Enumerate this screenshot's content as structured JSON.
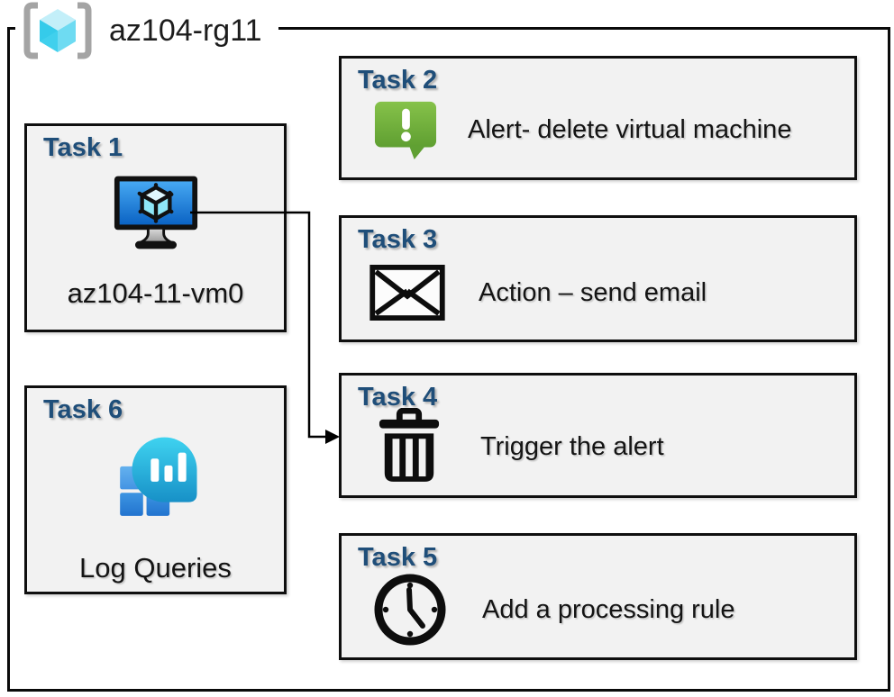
{
  "group": {
    "label": "az104-rg11",
    "icon": "resource-group-icon"
  },
  "tasks": [
    {
      "title": "Task 1",
      "label": "az104-11-vm0",
      "icon": "virtual-machine-icon"
    },
    {
      "title": "Task 2",
      "label": "Alert- delete virtual machine",
      "icon": "alert-icon"
    },
    {
      "title": "Task 3",
      "label": "Action – send email",
      "icon": "email-icon"
    },
    {
      "title": "Task 4",
      "label": "Trigger the alert",
      "icon": "trash-icon"
    },
    {
      "title": "Task 5",
      "label": "Add a processing rule",
      "icon": "clock-icon"
    },
    {
      "title": "Task 6",
      "label": "Log Queries",
      "icon": "log-queries-icon"
    }
  ],
  "connector": {
    "from": "Task 1",
    "to": "Task 4",
    "style": "elbow-arrow"
  },
  "colors": {
    "title_blue": "#1F4E79",
    "box_background": "#F2F2F2",
    "border_black": "#0A0A0A",
    "alert_green_light": "#86C24A",
    "alert_green_dark": "#5F9F31",
    "vm_screen_light": "#46A8F2",
    "vm_screen_dark": "#0B63C4",
    "log_teal_light": "#3FD3F0",
    "log_teal_dark": "#1790C7",
    "log_square_light": "#5FADEC",
    "log_square_dark": "#2374CF",
    "rg_cube_top": "#C3EFF9",
    "rg_cube_left": "#40D0ED",
    "rg_cube_right": "#6EDBF2",
    "rg_bracket_gray": "#A4A4A4"
  }
}
